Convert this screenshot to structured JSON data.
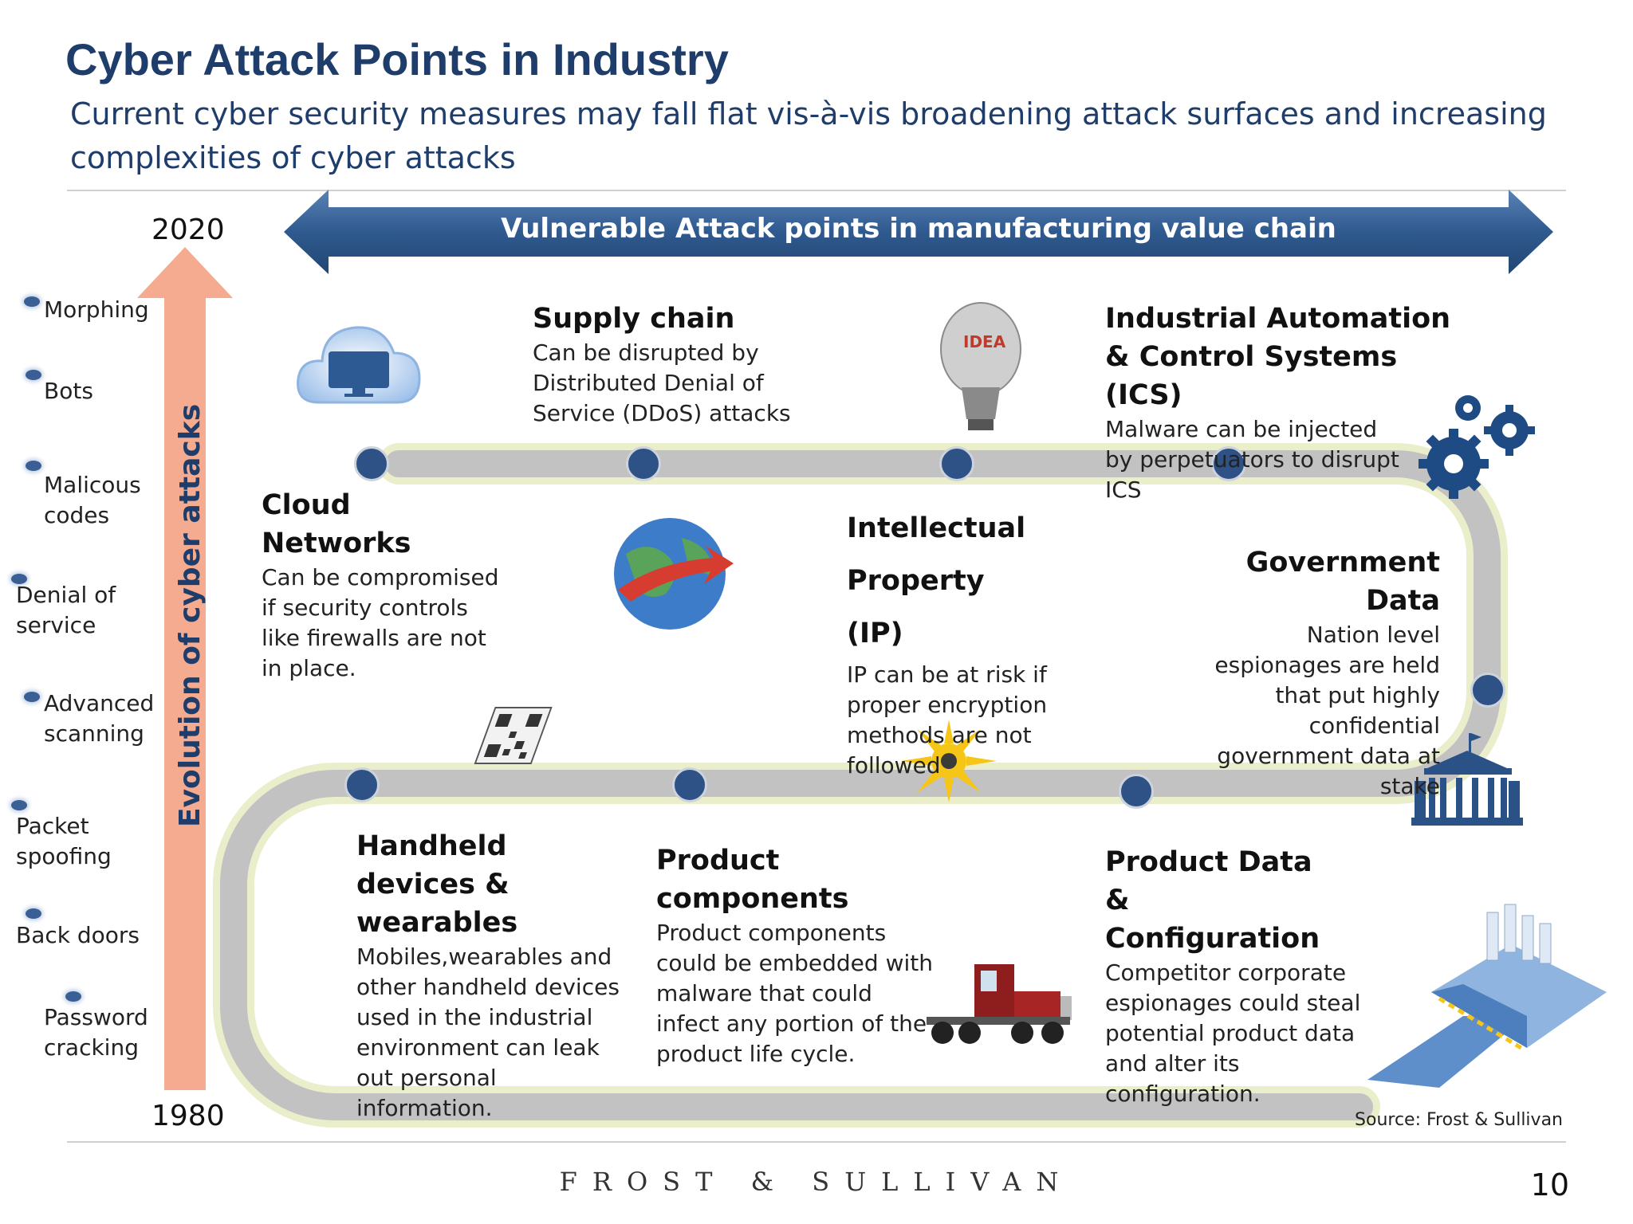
{
  "header": {
    "title": "Cyber Attack Points in Industry",
    "subtitle": "Current cyber security measures may fall flat vis-à-vis broadening attack surfaces and increasing complexities of cyber attacks"
  },
  "banner": {
    "label": "Vulnerable Attack points in manufacturing value chain",
    "color": "#2f5a8f"
  },
  "timeline": {
    "top_year": "2020",
    "bottom_year": "1980",
    "axis_label": "Evolution of cyber attacks",
    "arrow_color": "#f4ab8f",
    "attacks": [
      "Morphing",
      "Bots",
      "Malicous codes",
      "Denial of service",
      "Advanced scanning",
      "Packet spoofing",
      "Back doors",
      "Password cracking"
    ]
  },
  "points": {
    "cloud": {
      "title": "Cloud Networks",
      "desc": "Can be compromised if security controls like firewalls are not in place."
    },
    "supply": {
      "title": "Supply chain",
      "desc": "Can be disrupted by Distributed Denial of Service (DDoS) attacks"
    },
    "ip": {
      "title": "Intellectual Property (IP)",
      "desc": "IP can be at risk if proper encryption methods are not followed"
    },
    "ics": {
      "title": "Industrial Automation & Control Systems (ICS)",
      "desc": "Malware can be injected by perpetuators to disrupt ICS"
    },
    "gov": {
      "title": "Government Data",
      "desc": "Nation level espionages are held that put  highly confidential government data at stake"
    },
    "handheld": {
      "title": "Handheld devices & wearables",
      "desc": "Mobiles,wearables and other handheld devices used in the industrial environment can  leak out personal information."
    },
    "components": {
      "title": "Product components",
      "desc": "Product components could be embedded with malware  that could  infect any portion of the product life cycle."
    },
    "productdata": {
      "title": "Product Data & Configuration",
      "desc": "Competitor corporate espionages could steal potential product data and alter its configuration."
    }
  },
  "footer": {
    "source": "Source: Frost & Sullivan",
    "logo": "FROST & SULLIVAN",
    "page": "10"
  }
}
